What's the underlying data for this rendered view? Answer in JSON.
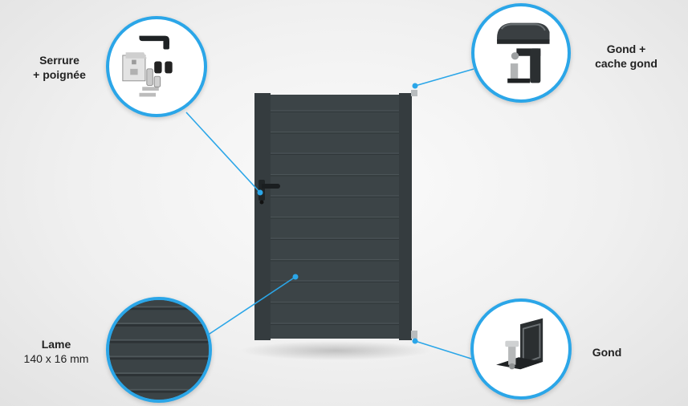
{
  "labels": {
    "lock_line1": "Serrure",
    "lock_line2": "+ poignée",
    "hinge_cover_line1": "Gond +",
    "hinge_cover_line2": "cache gond",
    "slat_line1": "Lame",
    "slat_line2": "140 x 16 mm",
    "hinge_line1": "Gond"
  },
  "colors": {
    "accent": "#2ba6e8",
    "gate": "#3c4447",
    "gate_dark": "#2f3639",
    "background": "#efefef"
  },
  "icons": {
    "lock": "lock-handle-kit-icon",
    "hinge_cover": "hinge-with-cover-icon",
    "slat": "slat-texture-icon",
    "hinge": "hinge-bracket-icon"
  }
}
